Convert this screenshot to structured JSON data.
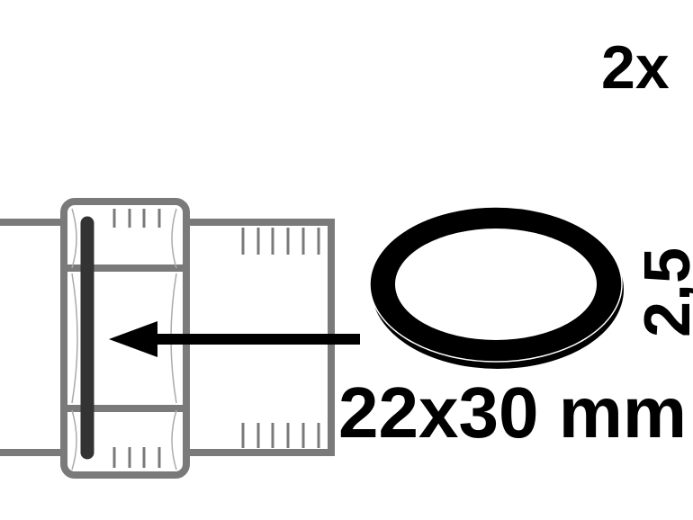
{
  "quantity_label": "2x",
  "size_label": "22x30 mm",
  "thickness_label": "2,5",
  "colors": {
    "outline": "#7a7a7a",
    "seal_bar": "#333333",
    "ink": "#000000"
  }
}
